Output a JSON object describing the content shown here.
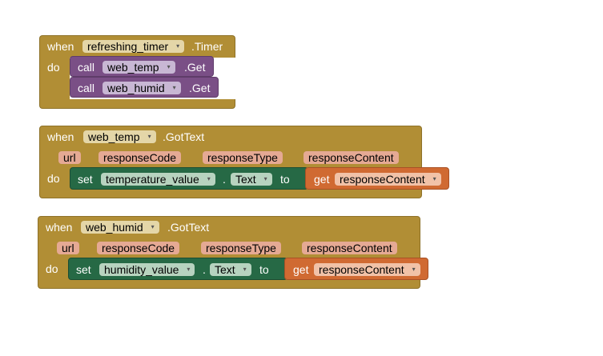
{
  "event1": {
    "when": "when",
    "component": "refreshing_timer",
    "event_name": ".Timer",
    "do": "do",
    "calls": [
      {
        "keyword": "call",
        "component": "web_temp",
        "method": ".Get"
      },
      {
        "keyword": "call",
        "component": "web_humid",
        "method": ".Get"
      }
    ]
  },
  "event2": {
    "when": "when",
    "component": "web_temp",
    "event_name": ".GotText",
    "params": [
      "url",
      "responseCode",
      "responseType",
      "responseContent"
    ],
    "do": "do",
    "set": {
      "keyword": "set",
      "target": "temperature_value",
      "dot": ".",
      "property": "Text",
      "to": "to"
    },
    "get": {
      "keyword": "get",
      "variable": "responseContent"
    }
  },
  "event3": {
    "when": "when",
    "component": "web_humid",
    "event_name": ".GotText",
    "params": [
      "url",
      "responseCode",
      "responseType",
      "responseContent"
    ],
    "do": "do",
    "set": {
      "keyword": "set",
      "target": "humidity_value",
      "dot": ".",
      "property": "Text",
      "to": "to"
    },
    "get": {
      "keyword": "get",
      "variable": "responseContent"
    }
  },
  "icons": {
    "dropdown": "▾"
  },
  "colors": {
    "event_gold": "#b18e35",
    "procedure_purple": "#7a4f86",
    "setter_green": "#266945",
    "getter_orange": "#d06a32",
    "background": "#ffffff"
  }
}
